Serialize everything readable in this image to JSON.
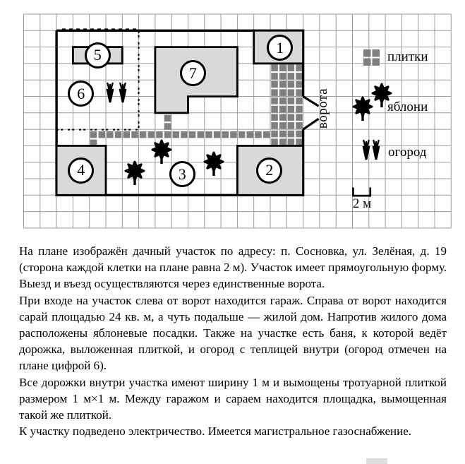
{
  "plan": {
    "markers": [
      {
        "label": "1"
      },
      {
        "label": "2"
      },
      {
        "label": "3"
      },
      {
        "label": "4"
      },
      {
        "label": "5"
      },
      {
        "label": "6"
      },
      {
        "label": "7"
      }
    ],
    "gate_label": "ворота",
    "legend": {
      "tiles": "плитки",
      "apples": "яблони",
      "garden": "огород"
    },
    "scale_label": "2 м"
  },
  "description": {
    "paragraphs": [
      "На плане изображён дачный участок по адресу: п. Сосновка, ул. Зелёная, д. 19 (сторона каждой клетки на плане равна 2 м). Участок имеет прямоугольную форму. Выезд и въезд осуществляются через единственные ворота.",
      "При входе на участок слева от ворот находится гараж. Справа от ворот находится сарай площадью 24 кв. м, а чуть подальше — жилой дом. Напротив жилого дома расположены яблоневые посадки. Также на участке есть баня, к которой ведёт дорожка, выложенная плиткой, и огород с теплицей внутри (огород отмечен на плане цифрой 6).",
      "Все дорожки внутри участка имеют ширину 1 м и вымощены тротуарной плиткой размером 1 м×1 м. Между гаражом и сараем находится площадка, вымощенная такой же плиткой.",
      "К участку подведено электричество. Имеется магистральное газоснабжение."
    ]
  },
  "colors": {
    "building_fill": "#d9d9d9",
    "tile": "#7f7f7f",
    "grid_line": "#9b9b9b"
  }
}
